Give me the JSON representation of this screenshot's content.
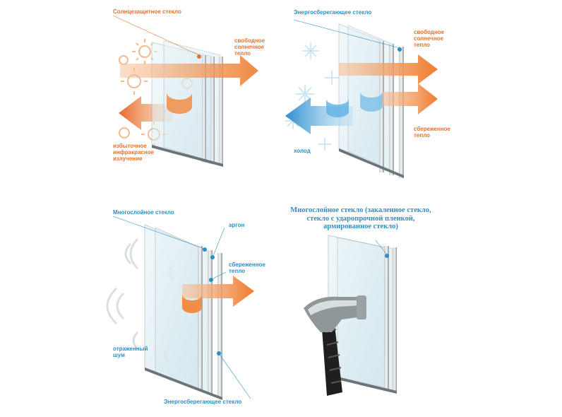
{
  "panels": {
    "solar": {
      "title": "Солнцезащитное стекло",
      "free_heat": [
        "свободное",
        "солнечное",
        "тепло"
      ],
      "infrared": [
        "избыточное",
        "инфракрасное",
        "излучение"
      ]
    },
    "energy": {
      "title": "Энергосберегающее стекло",
      "free_heat": [
        "свободное",
        "солнечное",
        "тепло"
      ],
      "saved_heat": [
        "сбереженное",
        "тепло"
      ],
      "cold": "холод"
    },
    "laminated": {
      "title": "Многослойное стекло",
      "argon": "аргон",
      "saved_heat": [
        "сбереженное",
        "тепло"
      ],
      "noise": [
        "отраженный",
        "шум"
      ],
      "energy_glass": "Энергосберегающее стекло"
    },
    "impact": {
      "title": [
        "Многослойное стекло (закаленное стекло,",
        "стекло с ударопрочной пленкой,",
        "армированное стекло)"
      ]
    }
  },
  "colors": {
    "orange": "#e2722f",
    "blue": "#2a8fc4",
    "glass": "#cfe6ee",
    "frame": "#9aa4aa"
  },
  "icons": [
    "sun-icon",
    "snowflake-icon",
    "heat-arrow-icon",
    "cold-arrow-icon",
    "sound-wave-icon",
    "hammer-icon"
  ]
}
